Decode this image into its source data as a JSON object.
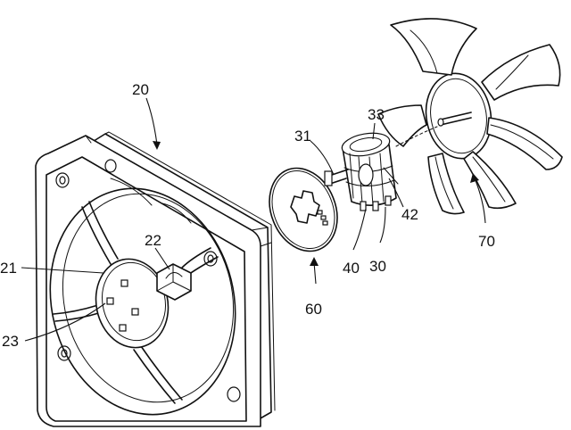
{
  "labels": {
    "n20": "20",
    "n21": "21",
    "n22": "22",
    "n23": "23",
    "n30": "30",
    "n31": "31",
    "n33": "33",
    "n40": "40",
    "n42": "42",
    "n60": "60",
    "n70": "70"
  }
}
